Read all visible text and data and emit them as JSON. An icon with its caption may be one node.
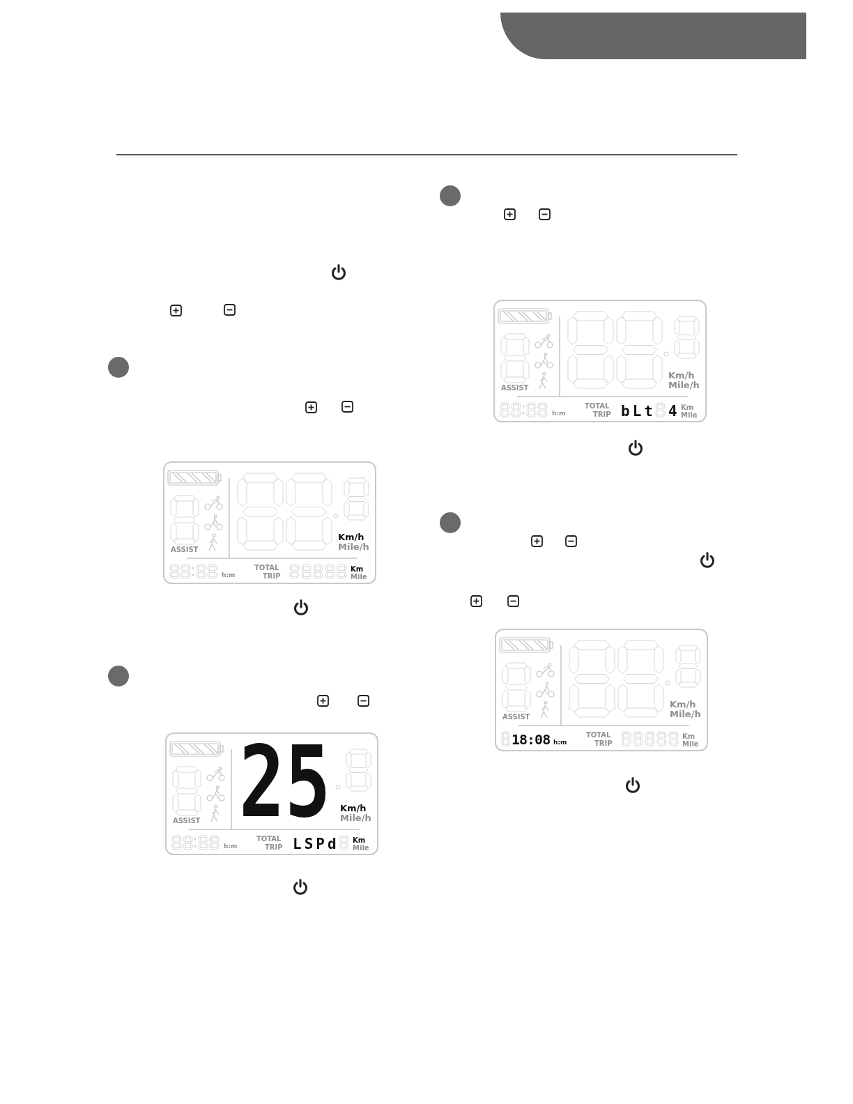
{
  "diagram": {
    "nodes": [
      {
        "text": [
          "Km/h",
          "Mile/h",
          "ASSIST",
          "h:m",
          "TOTAL",
          "TRIP",
          "Km",
          "Mile"
        ]
      },
      {
        "text": [
          "25",
          "Km/h",
          "Mile/h",
          "ASSIST",
          "h:m",
          "TOTAL",
          "TRIP",
          "LSPd",
          "Km",
          "Mile"
        ]
      },
      {
        "text": [
          "Km/h",
          "Mile/h",
          "ASSIST",
          "h:m",
          "TOTAL",
          "TRIP",
          "bLt",
          "4",
          "Km",
          "Mile"
        ]
      },
      {
        "text": [
          "Km/h",
          "Mile/h",
          "ASSIST",
          "18:08",
          "h:m",
          "TOTAL",
          "TRIP",
          "Km",
          "Mile"
        ]
      }
    ]
  }
}
